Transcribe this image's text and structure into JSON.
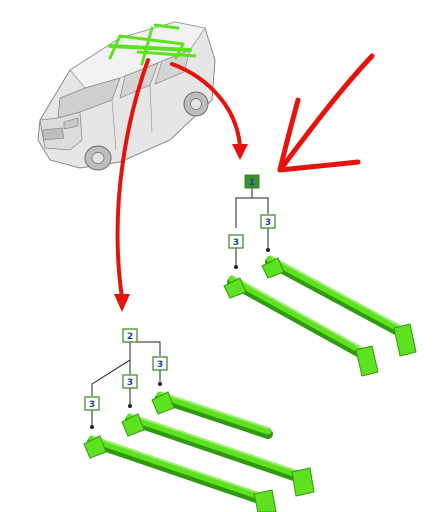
{
  "callouts": {
    "assembly_top": "1",
    "assembly_bottom": "2",
    "bar_a": "3",
    "bar_b": "3",
    "bar_c": "3",
    "bar_d": "3",
    "bar_e": "3"
  },
  "colors": {
    "arrow": "#e8120c",
    "part": "#5ee21f",
    "part_dark": "#2f9a10",
    "part_light": "#9af06a",
    "callout_border": "#2c8a1a",
    "callout_text_blue": "#1c3fb0",
    "callout_filled_bg": "#3f8f2e",
    "leader": "#222222",
    "vehicle_body": "#e6e6e6",
    "vehicle_line": "#8a8a8a"
  },
  "icons": {
    "vehicle": "van-illustration",
    "arrow": "red-curved-arrow"
  }
}
